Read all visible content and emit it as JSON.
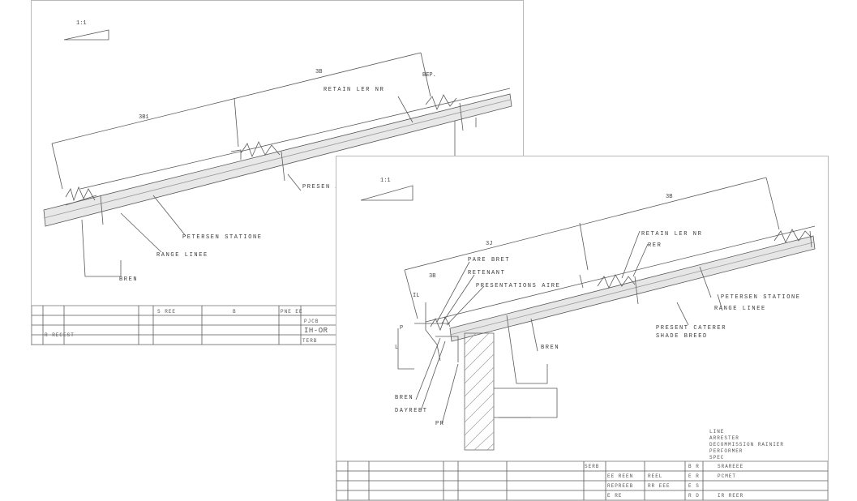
{
  "back_sheet": {
    "scale_mark": "1:1",
    "dims": {
      "overall": "3B",
      "segment": "3B1",
      "tag": "BEP."
    },
    "labels": [
      "RETAIN LER NR",
      "PRESEN A LOT",
      "PETERSEN STATIONE",
      "RANGE LINEE",
      "BREN"
    ],
    "titleblock": {
      "cells": [
        "S  REE",
        "B",
        "PNE  EE",
        "PJCB",
        "IH-OR",
        "R RECEST",
        "TERB"
      ]
    }
  },
  "front_sheet": {
    "scale_mark": "1:1",
    "dims": {
      "overall": "3B",
      "segment": "3J",
      "small1": "3B",
      "small2": "IL",
      "side1": "P",
      "side2": "L"
    },
    "labels": [
      "RETAIN LER NR",
      "RER",
      "PETERSEN STATIONE",
      "RANGE LINEE",
      "PRESENT CATERER",
      "SHADE BREED",
      "PARE BRET",
      "RETENANT",
      "PRESENTATIONS AIRE",
      "BREN",
      "BREN",
      "DAYREET",
      "PR"
    ],
    "notes": [
      "LINE",
      "ARRESTER",
      "DECOMMISSION RAINIER",
      "PERFORMER",
      "SPEC"
    ],
    "titleblock": {
      "cells": [
        "SERB",
        "SRAREEE",
        "EE REEN",
        "REEL",
        "PCMET",
        "REPREEB",
        "RR  EEE",
        "B R",
        "E R",
        "E S",
        "R D",
        "E RE",
        "IR REER"
      ]
    }
  },
  "colors": {
    "line": "#5a5a5a",
    "fill": "#e6e6e6",
    "border": "#b9b9b9"
  }
}
